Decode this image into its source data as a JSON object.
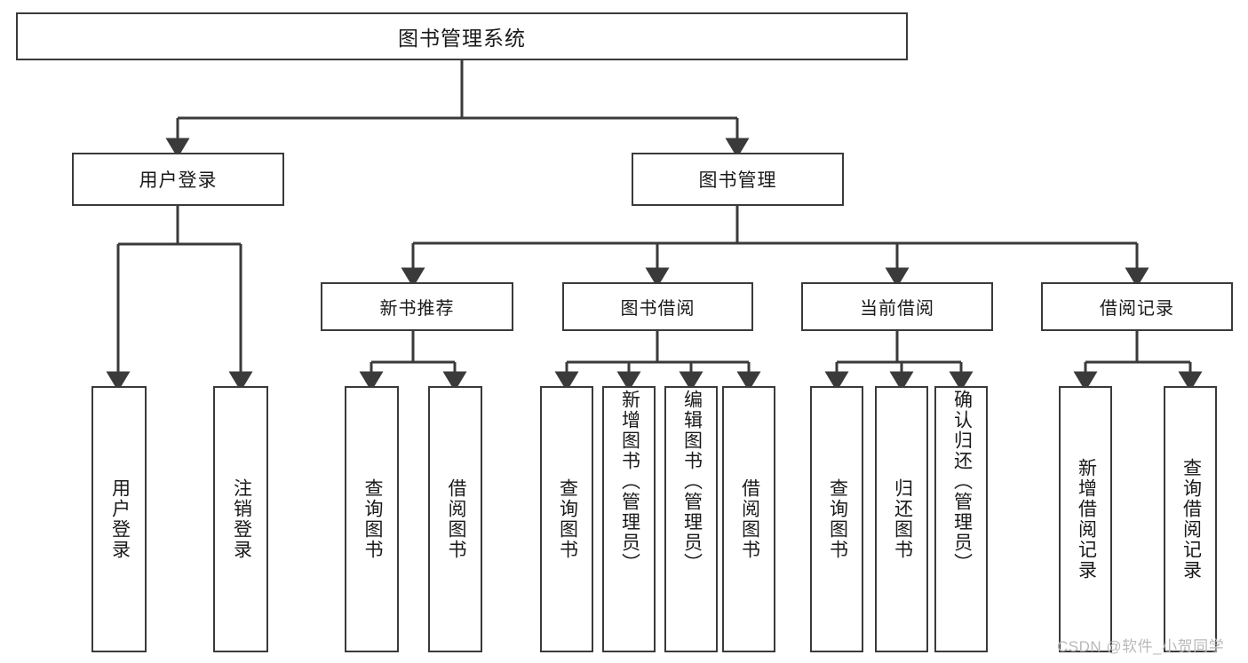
{
  "diagram": {
    "title": "图书管理系统",
    "type": "functional-structure-tree",
    "root": {
      "label": "图书管理系统"
    },
    "level2": [
      {
        "label": "用户登录"
      },
      {
        "label": "图书管理"
      }
    ],
    "level3": [
      {
        "label": "新书推荐"
      },
      {
        "label": "图书借阅"
      },
      {
        "label": "当前借阅"
      },
      {
        "label": "借阅记录"
      }
    ],
    "leaves": {
      "user_login": [
        {
          "label": "用户登录"
        },
        {
          "label": "注销登录"
        }
      ],
      "new_book_recommend": [
        {
          "label": "查询图书"
        },
        {
          "label": "借阅图书"
        }
      ],
      "book_borrow": [
        {
          "label": "查询图书"
        },
        {
          "label": "新增图书（管理员）"
        },
        {
          "label": "编辑图书（管理员）"
        },
        {
          "label": "借阅图书"
        }
      ],
      "current_borrow": [
        {
          "label": "查询图书"
        },
        {
          "label": "归还图书"
        },
        {
          "label": "确认归还（管理员）"
        }
      ],
      "borrow_record": [
        {
          "label": "新增借阅记录"
        },
        {
          "label": "查询借阅记录"
        }
      ]
    }
  },
  "watermark": {
    "text": "CSDN @软件_小贺同学"
  },
  "colors": {
    "border": "#3a3a3a",
    "background": "#ffffff",
    "text": "#1a1a1a",
    "watermark": "#b9b9b9"
  }
}
